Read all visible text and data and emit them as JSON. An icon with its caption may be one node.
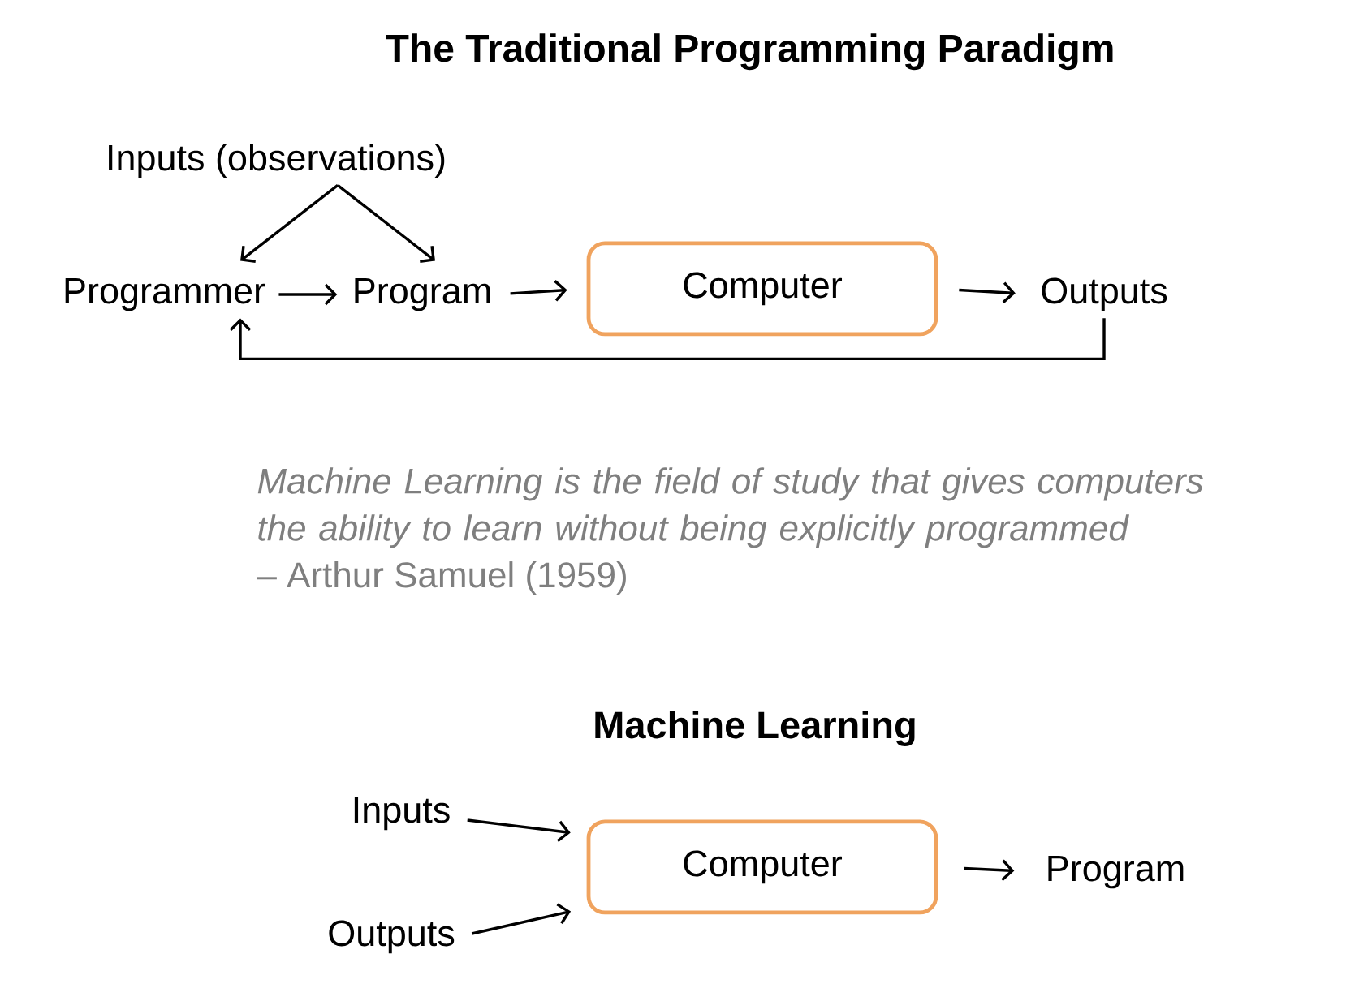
{
  "diagram": {
    "title": "The Traditional Programming Paradigm",
    "nodes": [
      {
        "text": [
          "Inputs (observations)"
        ]
      },
      {
        "text": [
          "Programmer"
        ]
      },
      {
        "text": [
          "Program"
        ]
      },
      {
        "text": [
          "Computer"
        ]
      },
      {
        "text": [
          "Outputs"
        ]
      },
      {
        "text": [
          "Inputs"
        ]
      },
      {
        "text": [
          "Outputs"
        ]
      },
      {
        "text": [
          "Computer"
        ]
      },
      {
        "text": [
          "Program"
        ]
      }
    ],
    "edges": [
      {
        "from": 0,
        "to": 1,
        "arrow": "to"
      },
      {
        "from": 0,
        "to": 2,
        "arrow": "to"
      },
      {
        "from": 1,
        "to": 2,
        "arrow": "to"
      },
      {
        "from": 2,
        "to": 3,
        "arrow": "to"
      },
      {
        "from": 3,
        "to": 4,
        "arrow": "to"
      },
      {
        "from": 4,
        "to": 1,
        "arrow": "to"
      },
      {
        "from": 5,
        "to": 7,
        "arrow": "to"
      },
      {
        "from": 6,
        "to": 7,
        "arrow": "to"
      },
      {
        "from": 7,
        "to": 8,
        "arrow": "to"
      }
    ],
    "labels": [
      "Machine Learning is the field of study that gives computers the ability to learn without being explicitly programmed",
      "– Arthur Samuel (1959)",
      "Machine Learning"
    ]
  }
}
